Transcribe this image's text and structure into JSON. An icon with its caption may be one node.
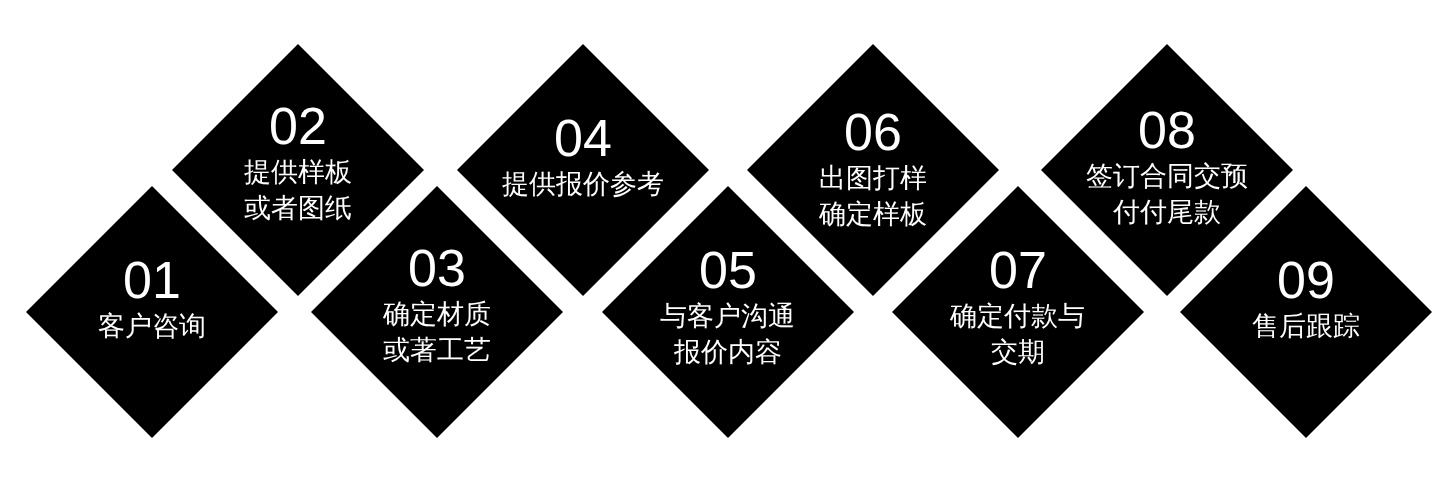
{
  "diagram": {
    "nodes": [
      {
        "text": [
          "01",
          "客户咨询"
        ]
      },
      {
        "text": [
          "02",
          "提供样板或者图纸"
        ]
      },
      {
        "text": [
          "03",
          "确定材质或著工艺"
        ]
      },
      {
        "text": [
          "04",
          "提供报价参考"
        ]
      },
      {
        "text": [
          "05",
          "与客户沟通报价内容"
        ]
      },
      {
        "text": [
          "06",
          "出图打样确定样板"
        ]
      },
      {
        "text": [
          "07",
          "确定付款与交期"
        ]
      },
      {
        "text": [
          "08",
          "签订合同交预付付尾款"
        ]
      },
      {
        "text": [
          "09",
          "售后跟踪"
        ]
      }
    ]
  }
}
